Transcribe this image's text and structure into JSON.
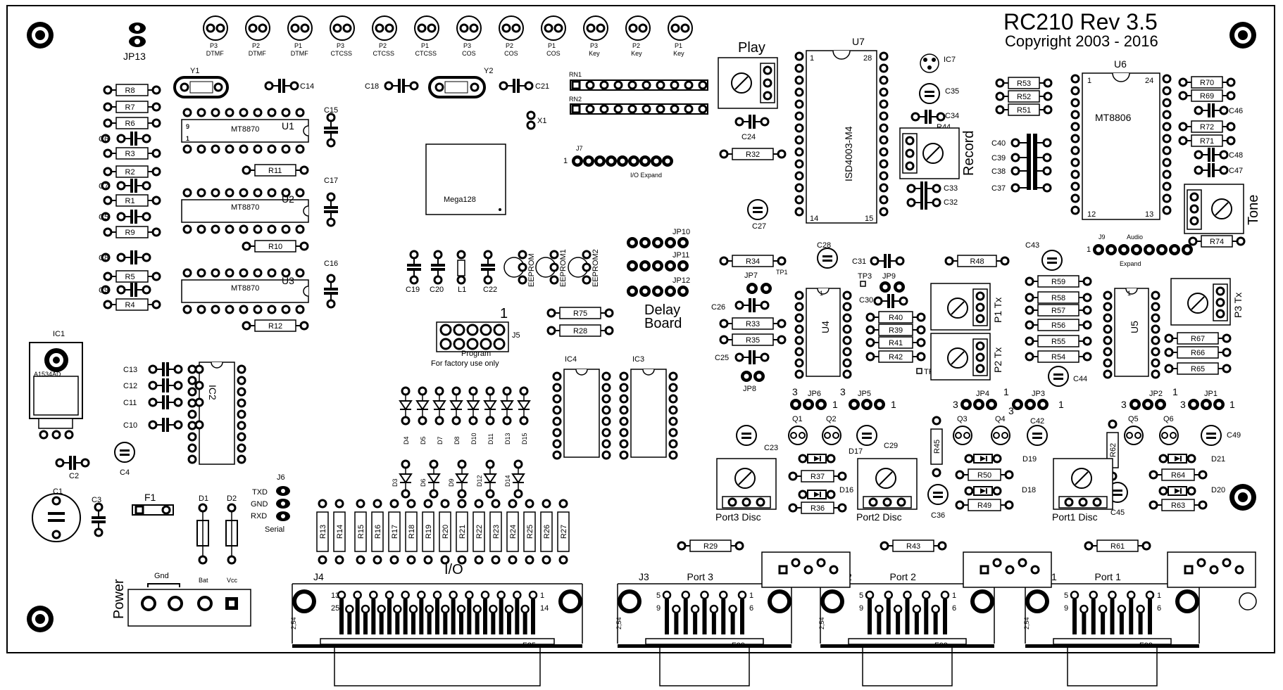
{
  "board": {
    "title": "RC210 Rev 3.5",
    "copyright": "Copyright 2003 - 2016"
  },
  "top_pots": [
    {
      "p": "P3",
      "f": "DTMF"
    },
    {
      "p": "P2",
      "f": "DTMF"
    },
    {
      "p": "P1",
      "f": "DTMF"
    },
    {
      "p": "P3",
      "f": "CTCSS"
    },
    {
      "p": "P2",
      "f": "CTCSS"
    },
    {
      "p": "P1",
      "f": "CTCSS"
    },
    {
      "p": "P3",
      "f": "COS"
    },
    {
      "p": "P2",
      "f": "COS"
    },
    {
      "p": "P1",
      "f": "COS"
    },
    {
      "p": "P3",
      "f": "Key"
    },
    {
      "p": "P2",
      "f": "Key"
    },
    {
      "p": "P1",
      "f": "Key"
    }
  ],
  "labels": {
    "jp13": "JP13",
    "y1": "Y1",
    "y2": "Y2",
    "c14": "C14",
    "c18": "C18",
    "c21": "C21",
    "rn1": "RN1",
    "rn2": "RN2",
    "x1": "X1",
    "j7": "J7",
    "j7_one": "1",
    "io_expand": "I/O\nExpand",
    "mega": "Mega128",
    "c15": "C15",
    "c17": "C17",
    "c16": "C16",
    "u1": "U1",
    "u2": "U2",
    "u3": "U3",
    "mt8870": "MT8870",
    "r11": "R11",
    "r10": "R10",
    "r12": "R12",
    "c19": "C19",
    "c20": "C20",
    "l1": "L1",
    "c22": "C22",
    "eeprom": "EEPROM",
    "eeprom1": "EEPROM1",
    "eeprom2": "EEPROM2",
    "jp10": "JP10",
    "jp11": "JP11",
    "jp12": "JP12",
    "delay1": "Delay",
    "delay2": "Board",
    "r75": "R75",
    "r28": "R28",
    "j5": "J5",
    "j5_one": "1",
    "program": "Program",
    "factory": "For factory use only",
    "ic1": "IC1",
    "ic2": "IC2",
    "ic3": "IC3",
    "ic4": "IC4",
    "c13": "C13",
    "c12": "C12",
    "c11": "C11",
    "c10": "C10",
    "c2": "C2",
    "c4": "C4",
    "c1": "C1",
    "c3": "C3",
    "f1": "F1",
    "d1": "D1",
    "d2": "D2",
    "gnd_lbl": "Gnd",
    "bat": "Bat",
    "vcc": "Vcc",
    "power": "Power",
    "j6": "J6",
    "txd": "TXD",
    "gnd": "GND",
    "rxd": "RXD",
    "serial": "Serial",
    "io": "I/O",
    "j4": "J4",
    "f25": "F25",
    "n13": "13",
    "n1": "1",
    "n25": "25",
    "n14": "14",
    "n254": "2,54",
    "play": "Play",
    "c24": "C24",
    "r32": "R32",
    "c27": "C27",
    "u7": "U7",
    "isd": "ISD4003-M4",
    "u7p1": "1",
    "u7p28": "28",
    "u7p14": "14",
    "u7p15": "15",
    "ic7": "IC7",
    "c35": "C35",
    "c34": "C34",
    "r44": "R44",
    "record": "Record",
    "c33": "C33",
    "c32": "C32",
    "r53": "R53",
    "r52": "R52",
    "r51": "R51",
    "c40": "C40",
    "c39": "C39",
    "c38": "C38",
    "c37": "C37",
    "u6": "U6",
    "mt8806": "MT8806",
    "u6p1": "1",
    "u6p24": "24",
    "u6p12": "12",
    "u6p13": "13",
    "r70": "R70",
    "r69": "R69",
    "c46": "C46",
    "r72": "R72",
    "r71": "R71",
    "c48": "C48",
    "c47": "C47",
    "tone": "Tone",
    "j9": "J9",
    "j9_one": "1",
    "audio": "Audio",
    "expand": "Expand",
    "r74": "R74",
    "r34": "R34",
    "tp1": "TP1",
    "c28": "C28",
    "c31": "C31",
    "r48": "R48",
    "c43": "C43",
    "jp7": "JP7",
    "c26": "C26",
    "r33": "R33",
    "r35": "R35",
    "c25": "C25",
    "jp8": "JP8",
    "u4": "U4",
    "u5": "U5",
    "tp3": "TP3",
    "jp9": "JP9",
    "c30": "C30",
    "r40": "R40",
    "r39": "R39",
    "r41": "R41",
    "r42": "R42",
    "tp2": "TP2",
    "p1tx": "P1 Tx",
    "p2tx": "P2 Tx",
    "p3tx": "P3 Tx",
    "r59": "R59",
    "r58": "R58",
    "r57": "R57",
    "r56": "R56",
    "r55": "R55",
    "r54": "R54",
    "c44": "C44",
    "r67": "R67",
    "r66": "R66",
    "r65": "R65",
    "jp6": "JP6",
    "jp5": "JP5",
    "jp4": "JP4",
    "jp3": "JP3",
    "jp2": "JP2",
    "jp1": "JP1",
    "q1": "Q1",
    "q2": "Q2",
    "q3": "Q3",
    "q4": "Q4",
    "q5": "Q5",
    "q6": "Q6",
    "c23": "C23",
    "c29": "C29",
    "c42": "C42",
    "c49": "C49",
    "c36": "C36",
    "c45": "C45",
    "d16": "D16",
    "d17": "D17",
    "d18": "D18",
    "d19": "D19",
    "d20": "D20",
    "d21": "D21",
    "r37": "R37",
    "r36": "R36",
    "r45": "R45",
    "r50": "R50",
    "r49": "R49",
    "r62": "R62",
    "r64": "R64",
    "r63": "R63",
    "port3disc": "Port3 Disc",
    "port2disc": "Port2 Disc",
    "port1disc": "Port1 Disc",
    "r29": "R29",
    "r43": "R43",
    "r61": "R61",
    "j3": "J3",
    "j2": "J2",
    "j1": "J1",
    "port3": "Port 3",
    "port2": "Port 2",
    "port1": "Port 1",
    "f09": "F09",
    "n5": "5",
    "n9": "9",
    "n6": "6",
    "three": "3",
    "one": "1"
  },
  "left_resistors": [
    "R8",
    "R7",
    "R6",
    "R3",
    "R2",
    "R1",
    "R9",
    "R5",
    "R4"
  ],
  "left_caps": [
    "C6",
    "C7",
    "C5",
    "C8",
    "C9"
  ],
  "io_resistors": [
    "R13",
    "R14",
    "R15",
    "R16",
    "R17",
    "R18",
    "R19",
    "R20",
    "R21",
    "R22",
    "R23",
    "R24",
    "R25",
    "R26",
    "R27"
  ],
  "io_diodes_top": [
    "D4",
    "D5",
    "D7",
    "D8",
    "D10",
    "D11",
    "D13",
    "D15"
  ],
  "io_diodes_bot": [
    "D3",
    "D6",
    "D9",
    "D12",
    "D14"
  ],
  "ic1_marking": "A1534AD"
}
